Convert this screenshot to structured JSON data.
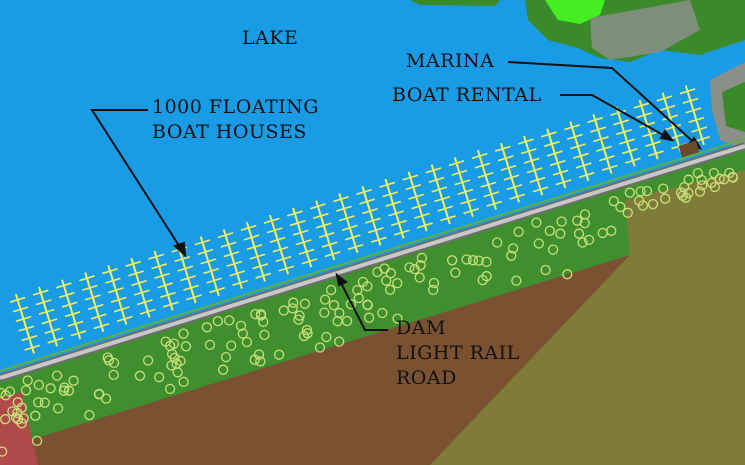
{
  "labels": {
    "lake": "LAKE",
    "boat_houses": [
      "1000 FLOATING",
      "BOAT HOUSES"
    ],
    "marina": "MARINA",
    "boat_rental": "BOAT RENTAL",
    "dam": [
      "DAM",
      "LIGHT RAIL",
      "ROAD"
    ]
  },
  "colors": {
    "water": "#1a9be6",
    "grass": "#3f8f2e",
    "soil": "#7a5232",
    "olive": "#7f7c3a",
    "red_corner": "#b04a4a",
    "rail": "#9a9a9a",
    "boat": "#f0f060",
    "tree": "#c9e07a"
  },
  "boat_house_count": 30
}
